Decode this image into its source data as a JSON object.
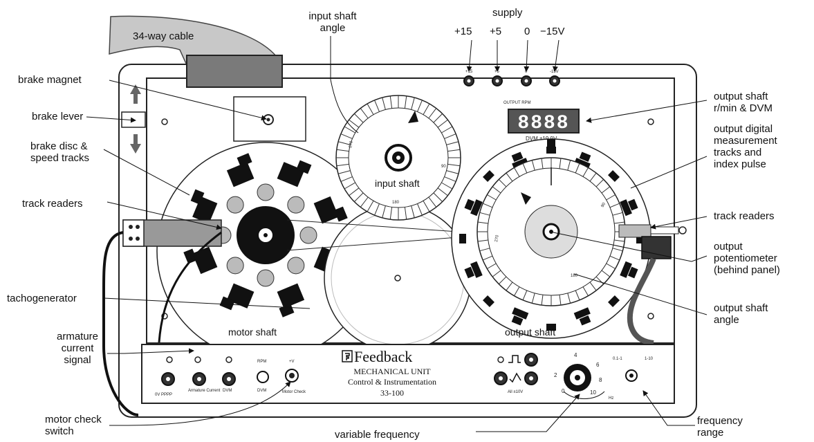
{
  "labels": {
    "cable": "34-way cable",
    "input_shaft_angle": "input shaft\nangle",
    "supply": "supply",
    "supply_values": [
      "+15",
      "+5",
      "0",
      "−15V"
    ],
    "output_shaft_rmin": "output shaft\nr/min & DVM",
    "brake_magnet": "brake magnet",
    "brake_lever": "brake lever",
    "brake_disc": "brake disc &\nspeed tracks",
    "output_digital": "output digital\nmeasurement\ntracks and\nindex pulse",
    "track_readers_left": "track readers",
    "track_readers_right": "track readers",
    "output_pot": "output\npotentiometer\n(behind panel)",
    "tachogenerator": "tachogenerator",
    "output_shaft_angle": "output shaft\nangle",
    "armature_current": "armature\ncurrent\nsignal",
    "motor_check": "motor check\nswitch",
    "variable_frequency": "variable frequency",
    "frequency_range": "frequency\nrange"
  },
  "panel": {
    "input_shaft": "input shaft",
    "motor_shaft": "motor shaft",
    "output_shaft": "output shaft",
    "display_digits": "8888",
    "display_header": "OUTPUT RPM",
    "dvm_label": "DVM  ±19,9V",
    "brand": "Feedback",
    "unit_name": "MECHANICAL UNIT",
    "unit_sub": "Control & Instrumentation",
    "unit_model": "33-100",
    "dial_marks": [
      "0",
      "2",
      "4",
      "6",
      "8",
      "10"
    ],
    "freq_range_marks": [
      "0.1-1",
      "1-10"
    ],
    "hz": "Hz",
    "all_volts": "All ±10V",
    "bottom_socket_labels": [
      "0V  PPPP",
      "Armature Current",
      "DVM",
      "DVM",
      "Motor Check"
    ],
    "rpm_label": "RPM",
    "plus_v": "+V",
    "supply_small": [
      "+15",
      "+5",
      "0",
      "-15V"
    ],
    "angle_marks_input": [
      "270",
      "90",
      "180"
    ],
    "angle_marks_output": [
      "270",
      "90",
      "180"
    ]
  }
}
